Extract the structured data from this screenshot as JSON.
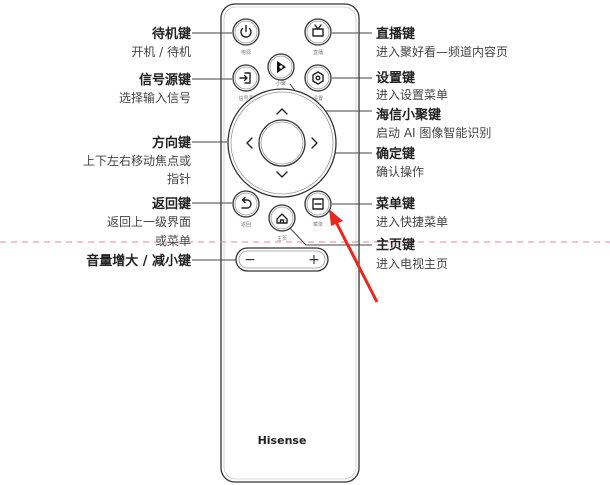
{
  "brand": "Hisense",
  "buttons": {
    "power": "电源",
    "live": "直播",
    "source": "信号源",
    "xiaoju": "小聚",
    "settings": "设置",
    "back": "返回",
    "home": "主页",
    "menu": "菜单",
    "vol_minus": "−",
    "vol_plus": "+"
  },
  "labels_left": [
    {
      "title": "待机键",
      "desc": [
        "开机 / 待机"
      ]
    },
    {
      "title": "信号源键",
      "desc": [
        "选择输入信号"
      ]
    },
    {
      "title": "方向键",
      "desc": [
        "上下左右移动焦点或",
        "指针"
      ]
    },
    {
      "title": "返回键",
      "desc": [
        "返回上一级界面",
        "或菜单"
      ]
    },
    {
      "title": "音量增大 / 减小键",
      "desc": []
    }
  ],
  "labels_right": [
    {
      "title": "直播键",
      "desc": [
        "进入聚好看—频道内容页"
      ]
    },
    {
      "title": "设置键",
      "desc": [
        "进入设置菜单"
      ]
    },
    {
      "title": "海信小聚键",
      "desc": [
        "启动 AI 图像智能识别"
      ]
    },
    {
      "title": "确定键",
      "desc": [
        "确认操作"
      ]
    },
    {
      "title": "菜单键",
      "desc": [
        "进入快捷菜单"
      ]
    },
    {
      "title": "主页键",
      "desc": [
        "进入电视主页"
      ]
    }
  ],
  "colors": {
    "arrow": "#e8281e",
    "dashed_guide": "#e77fa3"
  }
}
